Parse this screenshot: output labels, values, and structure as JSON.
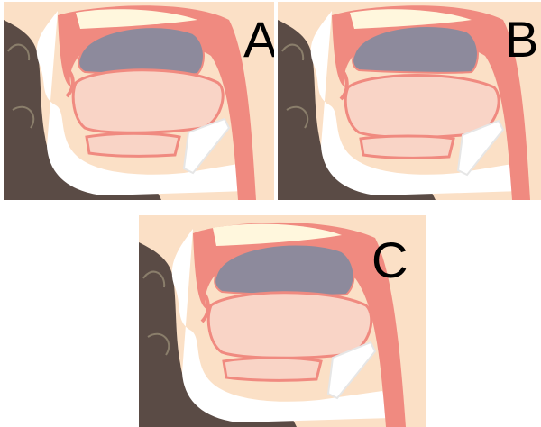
{
  "panels": [
    {
      "id": "A",
      "label": "A"
    },
    {
      "id": "B",
      "label": "B"
    },
    {
      "id": "C",
      "label": "C"
    }
  ],
  "colors": {
    "background": "#fbe0c6",
    "skin_outline": "#5a4b45",
    "tissue_pink": "#f08a80",
    "tongue": "#f9d4c6",
    "hard_palate": "#fff7dd",
    "palate_gray": "#8d8a9c",
    "white": "#ffffff",
    "label": "#000000"
  }
}
